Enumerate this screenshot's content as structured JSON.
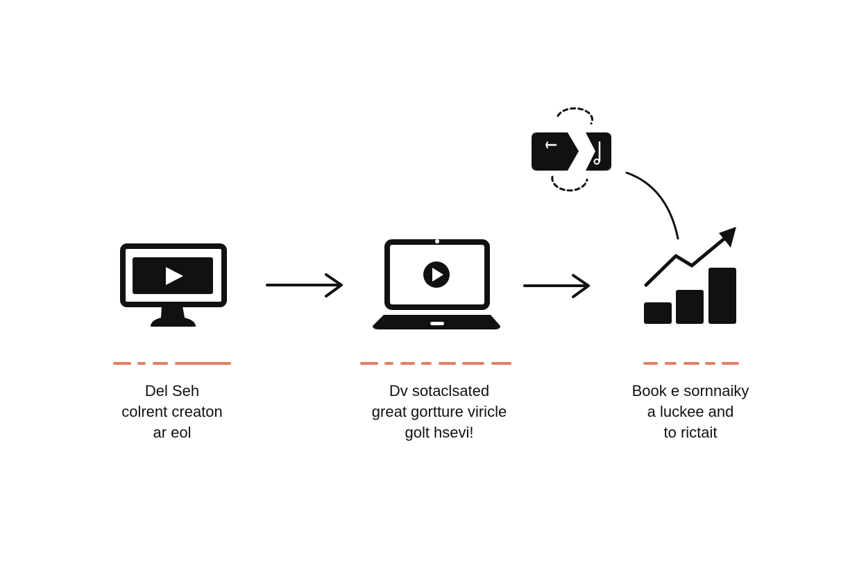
{
  "colors": {
    "ink": "#111111",
    "accent": "#e07f66",
    "background": "#ffffff"
  },
  "steps": [
    {
      "icon": "monitor-play-icon",
      "caption": [
        "Del Seh",
        "colrent creaton",
        "ar eol"
      ]
    },
    {
      "icon": "laptop-play-icon",
      "caption": [
        "Dv sotaclsated",
        "great gortture viricle",
        "golt hsevi!"
      ]
    },
    {
      "icon": "growth-bar-chart-icon",
      "caption": [
        "Book e sornnaiky",
        "a luckee and",
        "to rictait"
      ]
    }
  ],
  "connectors": [
    "arrow-right-icon",
    "arrow-right-icon"
  ],
  "extra_icons": [
    "media-swap-icon",
    "curved-connector-icon"
  ]
}
